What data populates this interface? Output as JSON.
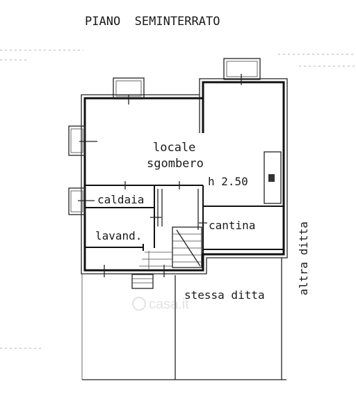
{
  "title": "PIANO  SEMINTERRATO",
  "rooms": {
    "storage": {
      "line1": "locale",
      "line2": "sgombero"
    },
    "height": "h 2.50",
    "boiler": "caldaia",
    "laundry": "lavand.",
    "cellar": "cantina"
  },
  "outside": {
    "same_owner": "stessa ditta",
    "other_owner": "altra ditta"
  },
  "watermark": "casa.it"
}
